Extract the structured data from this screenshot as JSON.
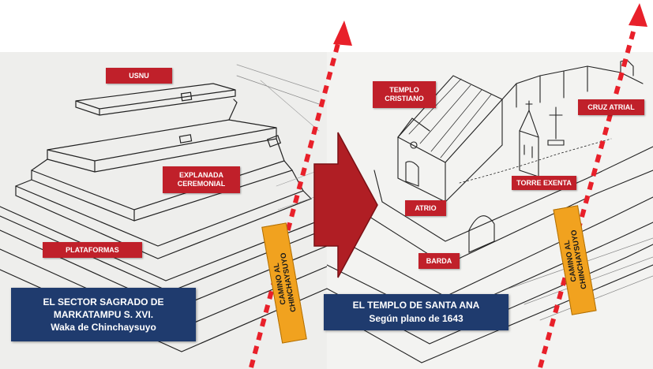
{
  "left": {
    "labels": {
      "usnu": "USNU",
      "explanada": "EXPLANADA\nCEREMONIAL",
      "plataformas": "PLATAFORMAS"
    },
    "caption": {
      "line1": "EL SECTOR SAGRADO DE",
      "line2": "MARKATAMPU S. XVI.",
      "line3": "Waka de Chinchaysuyo"
    },
    "road": "CAMINO AL\nCHINCHAYSUYO"
  },
  "right": {
    "labels": {
      "templo": "TEMPLO\nCRISTIANO",
      "cruz": "CRUZ ATRIAL",
      "torre": "TORRE EXENTA",
      "atrio": "ATRIO",
      "barda": "BARDA"
    },
    "caption": {
      "line1": "EL TEMPLO DE SANTA ANA",
      "line2": "Según plano de 1643"
    },
    "road": "CAMINO AL\nCHINCHAYSUYO"
  },
  "colors": {
    "label_red": "#c0202a",
    "caption_blue": "#1f3b6e",
    "road_orange": "#f1a21f",
    "arrow_red": "#e8202a",
    "transition_arrow": "#b01e24"
  }
}
